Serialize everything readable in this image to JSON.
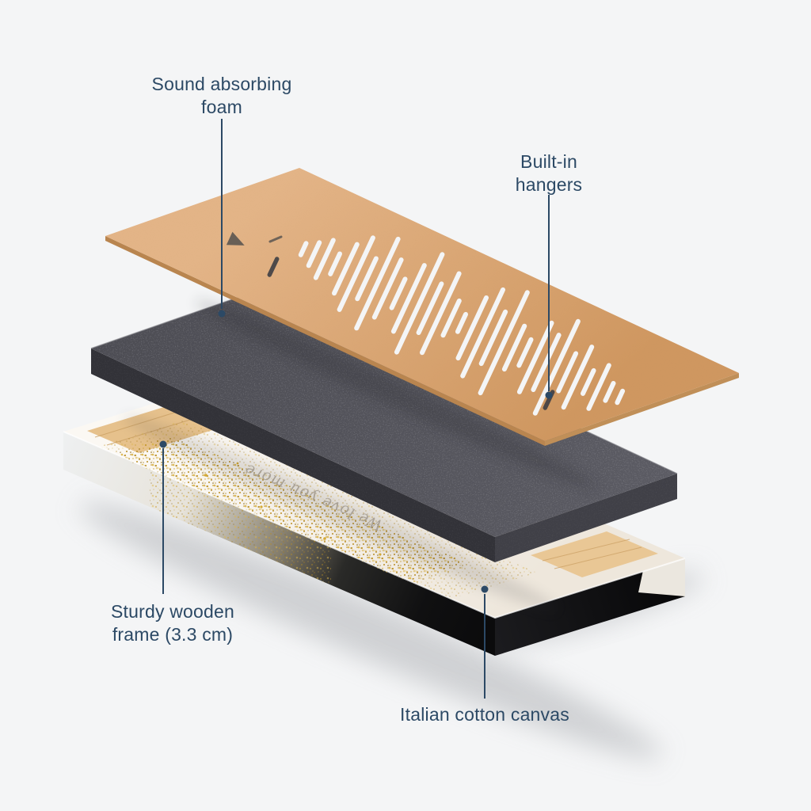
{
  "background": "#f4f5f6",
  "accent_color": "#2c4965",
  "annotations": {
    "foam": {
      "line1": "Sound absorbing",
      "line2": "foam"
    },
    "hangers": {
      "line1": "Built-in",
      "line2": "hangers"
    },
    "frame": {
      "line1": "Sturdy wooden",
      "line2": "frame (3.3 cm)"
    },
    "canvas": {
      "line1": "Italian cotton canvas"
    }
  },
  "canvas_print": {
    "text": "We love you more"
  },
  "materials": {
    "backboard_color": "#d8a571",
    "foam_color": "#515158",
    "canvas_color": "#f7f3ec",
    "glitter_color": "#c79a2d"
  },
  "soundwave": {
    "bars": [
      8,
      16,
      26,
      14,
      34,
      50,
      28,
      62,
      40,
      20,
      46,
      68,
      34,
      55,
      24,
      12,
      42,
      60,
      36,
      70,
      30,
      18,
      48,
      38,
      64,
      26,
      42,
      16,
      30,
      12,
      8
    ]
  }
}
